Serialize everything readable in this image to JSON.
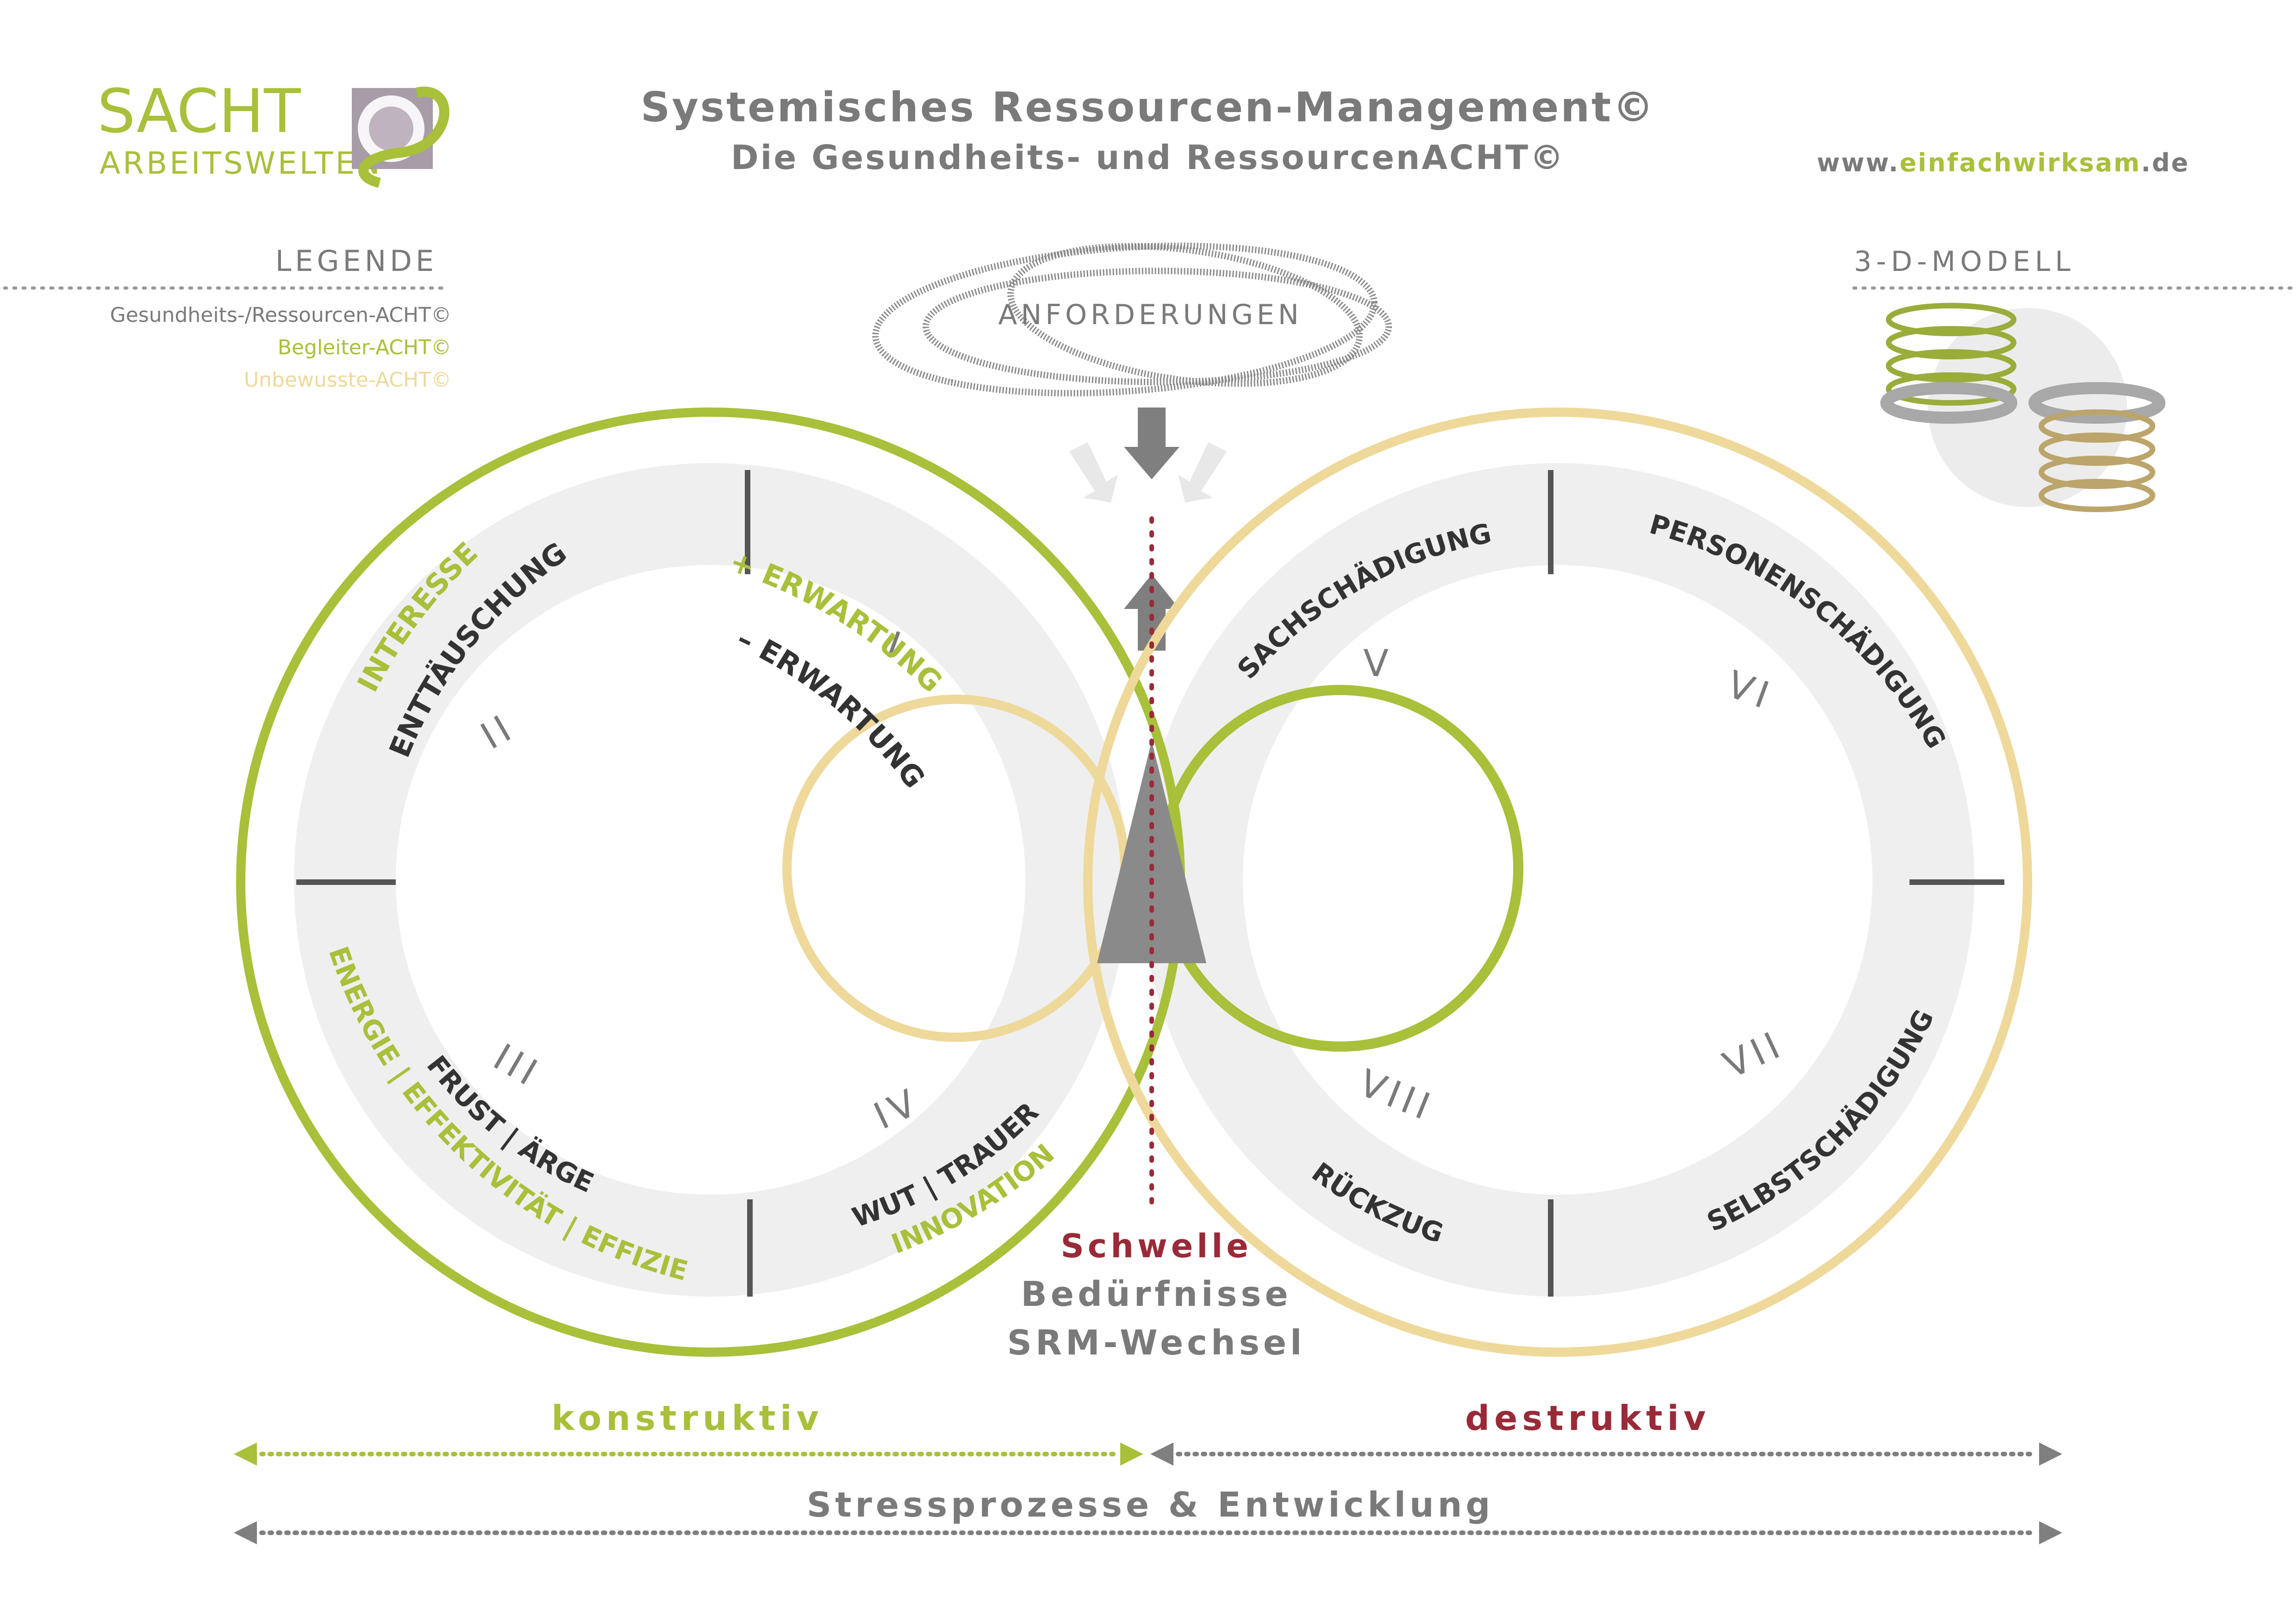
{
  "header": {
    "logo_top": "SACHT",
    "logo_bottom": "ARBEITSWELTEN",
    "title": "Systemisches Ressourcen-Management©",
    "subtitle": "Die Gesundheits- und RessourcenACHT©",
    "url_prefix": "www.",
    "url_main": "einfachwirksam",
    "url_suffix": ".de"
  },
  "legend": {
    "title": "LEGENDE",
    "item_grey": "Gesundheits-/Ressourcen-ACHT©",
    "item_green": "Begleiter-ACHT©",
    "item_beige": "Unbewusste-ACHT©"
  },
  "model3d": {
    "title": "3-D-MODELL"
  },
  "top": {
    "demands": "ANFORDERUNGEN"
  },
  "sectors": {
    "s1": {
      "numeral": "I",
      "line_pos": "+ ERWARTUNG",
      "line_neg": "– ERWARTUNG"
    },
    "s2": {
      "numeral": "II",
      "green": "INTERESSE",
      "dark": "ENTTÄUSCHUNG"
    },
    "s3": {
      "numeral": "III",
      "dark": "FRUST | ÄRGER",
      "green": "ENERGIE | EFFEKTIVITÄT | EFFIZIENZ"
    },
    "s4": {
      "numeral": "IV",
      "dark": "WUT | TRAUER",
      "green": "INNOVATION"
    },
    "s5": {
      "numeral": "V",
      "dark": "SACHSCHÄDIGUNG"
    },
    "s6": {
      "numeral": "VI",
      "dark": "PERSONENSCHÄDIGUNG"
    },
    "s7": {
      "numeral": "VII",
      "dark": "SELBSTSCHÄDIGUNG"
    },
    "s8": {
      "numeral": "VIII",
      "dark": "RÜCKZUG"
    }
  },
  "center": {
    "threshold": "Schwelle",
    "needs": "Bedürfnisse",
    "switch": "SRM-Wechsel"
  },
  "bottom": {
    "constructive": "konstruktiv",
    "destructive": "destruktiv",
    "process": "Stressprozesse & Entwicklung"
  },
  "colors": {
    "green": "#a8c03a",
    "beige": "#eed99b",
    "grey_ring": "#efefef",
    "grey_text": "#7a7a7a",
    "dark_text": "#333333",
    "red": "#9a2a38"
  }
}
